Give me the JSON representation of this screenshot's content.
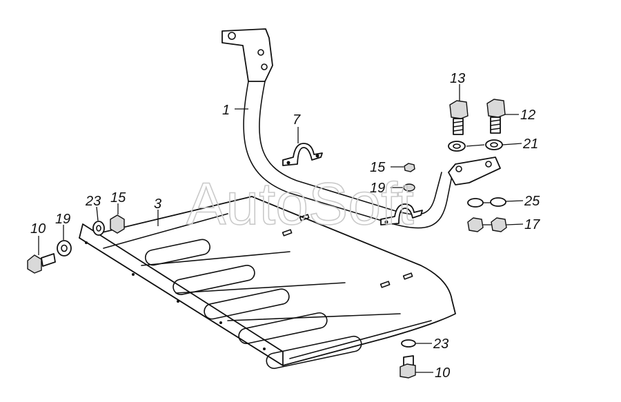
{
  "watermark": "AutoSoft",
  "callouts": [
    {
      "id": "c1",
      "label": "1"
    },
    {
      "id": "c7",
      "label": "7"
    },
    {
      "id": "c13",
      "label": "13"
    },
    {
      "id": "c12",
      "label": "12"
    },
    {
      "id": "c21",
      "label": "21"
    },
    {
      "id": "c15a",
      "label": "15"
    },
    {
      "id": "c19a",
      "label": "19"
    },
    {
      "id": "c25",
      "label": "25"
    },
    {
      "id": "c17",
      "label": "17"
    },
    {
      "id": "c23a",
      "label": "23"
    },
    {
      "id": "c15b",
      "label": "15"
    },
    {
      "id": "c3",
      "label": "3"
    },
    {
      "id": "c10a",
      "label": "10"
    },
    {
      "id": "c19b",
      "label": "19"
    },
    {
      "id": "c23b",
      "label": "23"
    },
    {
      "id": "c10b",
      "label": "10"
    }
  ]
}
